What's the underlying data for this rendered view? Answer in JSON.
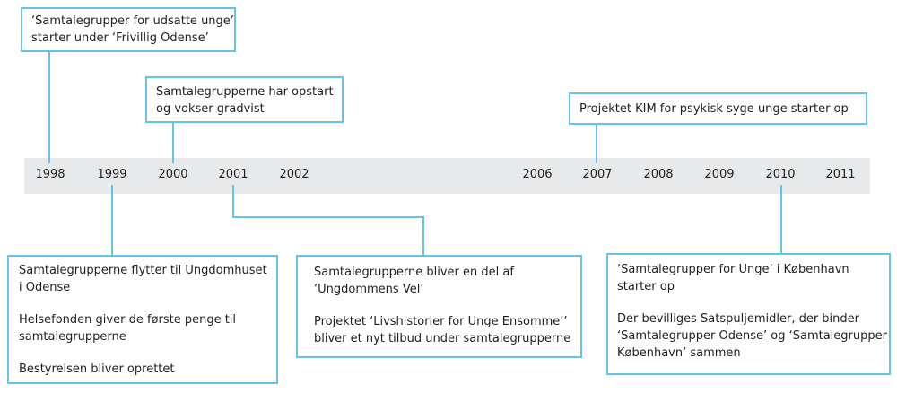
{
  "years": [
    "1998",
    "1999",
    "2000",
    "2001",
    "2002",
    "2006",
    "2007",
    "2008",
    "2009",
    "2010",
    "2011"
  ],
  "events_above": [
    {
      "year": "1998",
      "paragraphs": [
        [
          "‘Samtalegrupper for udsatte unge’",
          "starter under  ‘Frivillig Odense’"
        ]
      ]
    },
    {
      "year": "2000",
      "paragraphs": [
        [
          "Samtalegrupperne har opstart",
          "og vokser gradvist"
        ]
      ]
    },
    {
      "year": "2007",
      "paragraphs": [
        [
          "Projektet KIM for psykisk syge unge starter op"
        ]
      ]
    }
  ],
  "events_below": [
    {
      "year": "1999",
      "paragraphs": [
        [
          "Samtalegrupperne flytter til Ungdomhuset",
          "i Odense"
        ],
        [
          "Helsefonden giver de første penge til",
          "samtalegrupperne"
        ],
        [
          "Bestyrelsen bliver oprettet"
        ]
      ]
    },
    {
      "year": "2001",
      "paragraphs": [
        [
          "Samtalegrupperne bliver en del af",
          "‘Ungdommens Vel’"
        ],
        [
          "Projektet ‘Livshistorier for Unge Ensomme’’",
          "bliver et nyt tilbud under samtalegrupperne"
        ]
      ]
    },
    {
      "year": "2010",
      "paragraphs": [
        [
          "‘Samtalegrupper for Unge’ i København",
          "starter op"
        ],
        [
          "Der bevilliges Satspuljemidler, der binder",
          "‘Samtalegrupper Odense’ og ‘Samtalegrupper",
          "København’ sammen"
        ]
      ]
    }
  ],
  "colors": {
    "connector": "#64c3e9",
    "band": "#e8e9ea",
    "text": "#1f1f1f"
  }
}
